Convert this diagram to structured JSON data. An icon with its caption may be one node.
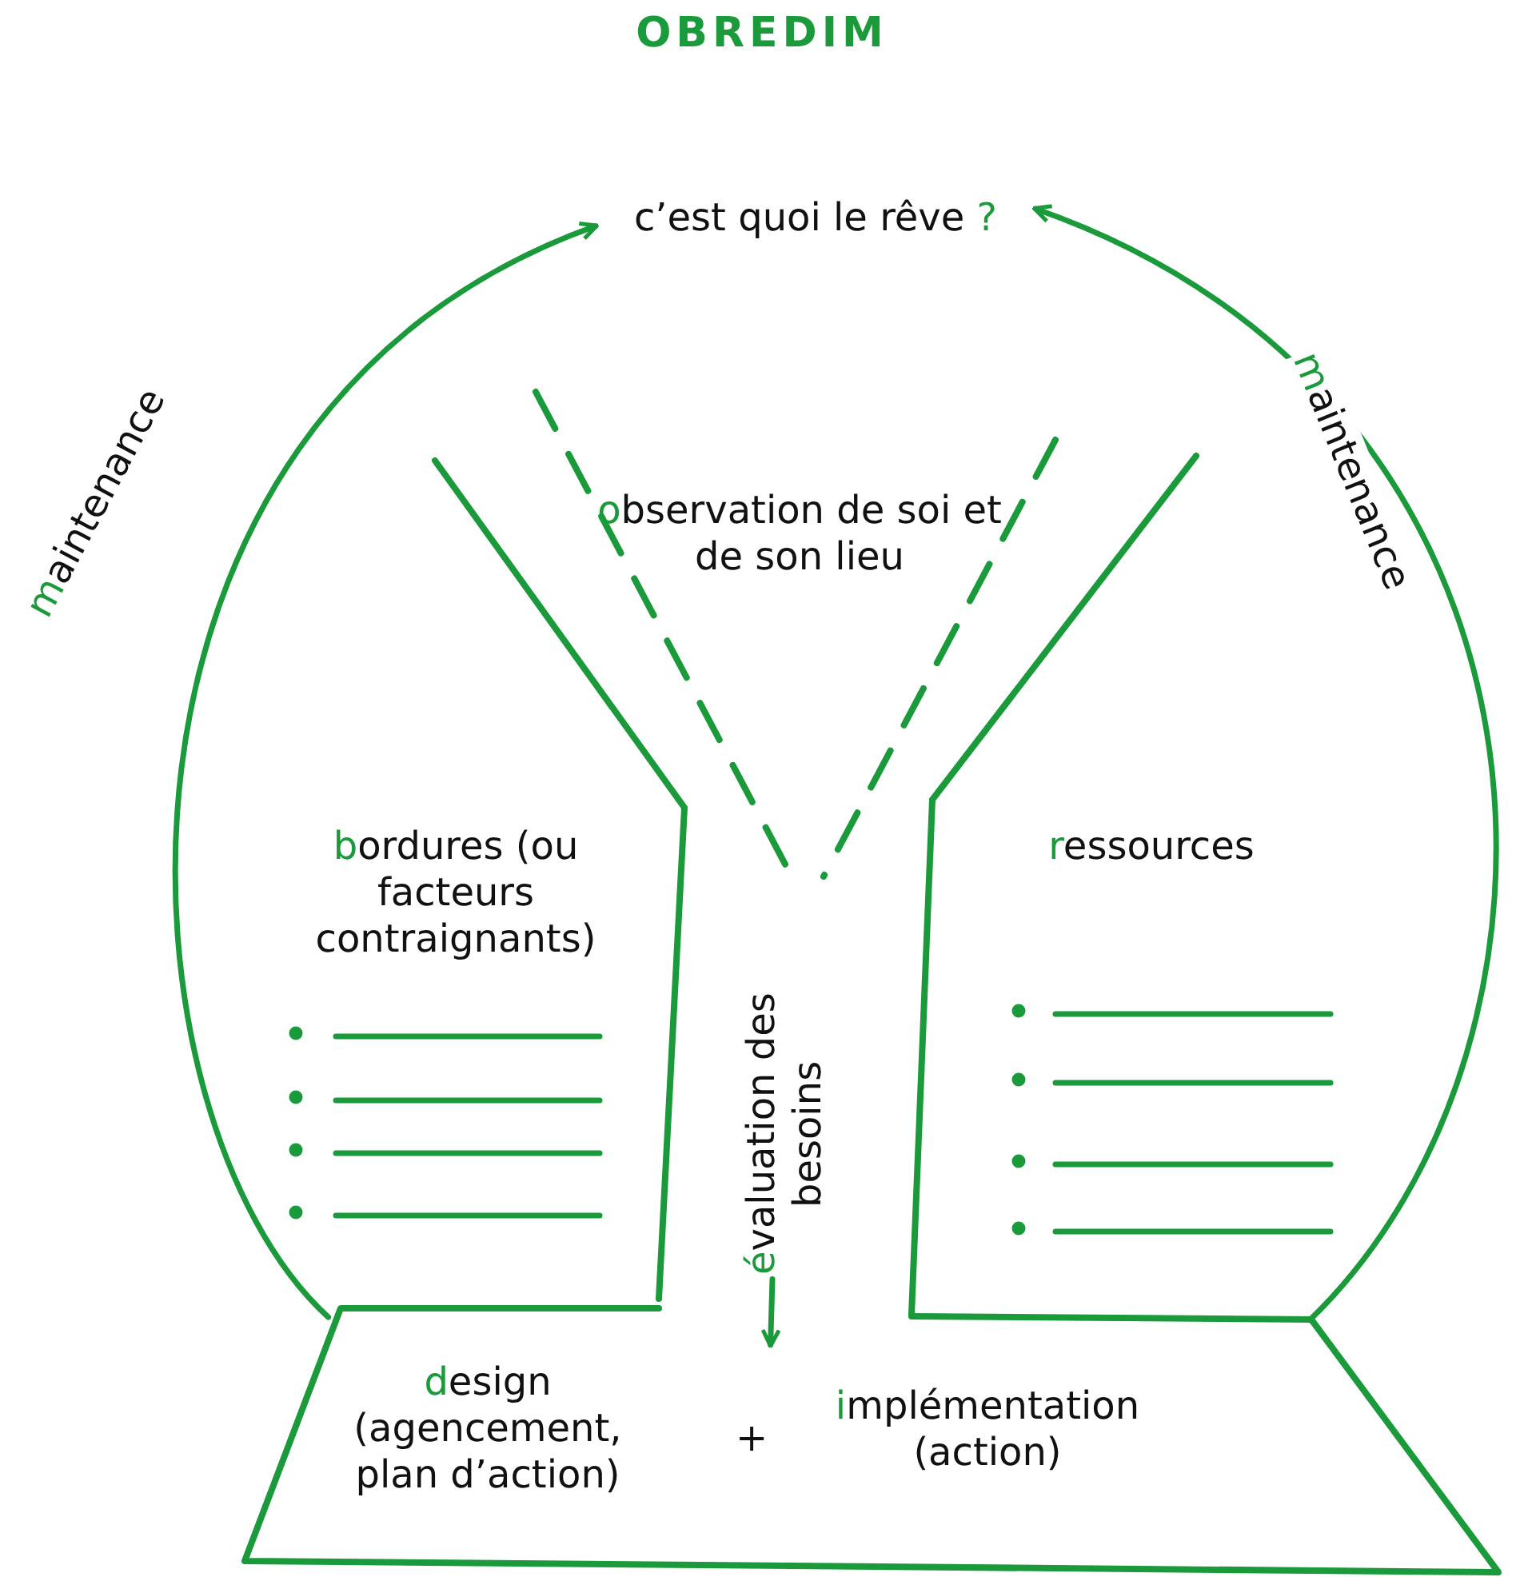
{
  "diagram": {
    "title": "OBREDIM",
    "nodes": [
      {
        "text": [
          "c’est quoi le rêve ?"
        ]
      },
      {
        "text": [
          "design (agencement, plan d’action)",
          "+",
          "implémentation (action)"
        ]
      },
      {
        "text": [
          "évaluation des besoins"
        ]
      }
    ],
    "edges": [
      {
        "from": 1,
        "to": 0,
        "arrow": "to",
        "label": "maintenance"
      },
      {
        "from": 1,
        "to": 0,
        "arrow": "to",
        "label": "maintenance"
      },
      {
        "from": 2,
        "to": 1,
        "arrow": "to"
      }
    ],
    "labels": [
      "observation de soi et de son lieu",
      "bordures (ou facteurs contraignants)",
      "ressources"
    ]
  }
}
